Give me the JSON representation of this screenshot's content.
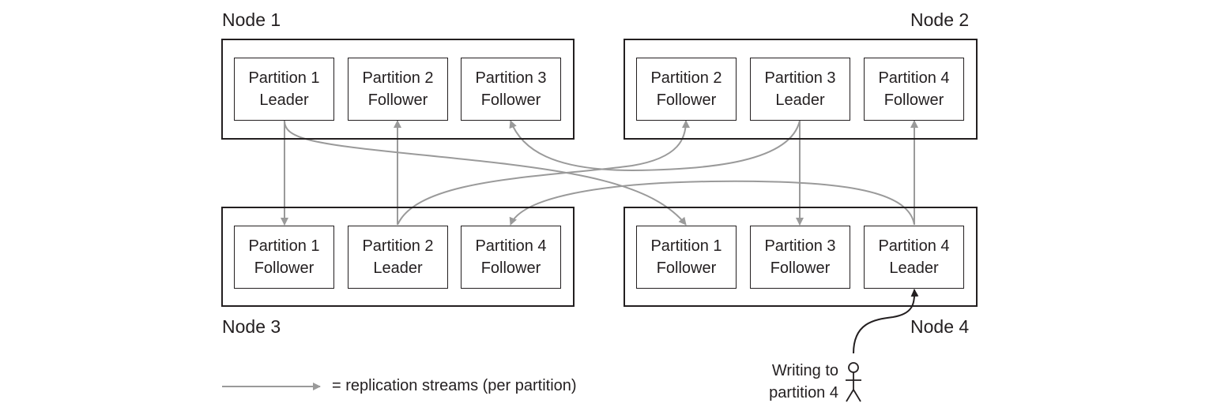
{
  "colors": {
    "stream": "#9a9a9a",
    "ink": "#231f20"
  },
  "nodes": [
    {
      "id": "node-1",
      "label": "Node 1",
      "partitions": [
        {
          "line1": "Partition 1",
          "line2": "Leader"
        },
        {
          "line1": "Partition 2",
          "line2": "Follower"
        },
        {
          "line1": "Partition 3",
          "line2": "Follower"
        }
      ]
    },
    {
      "id": "node-2",
      "label": "Node 2",
      "partitions": [
        {
          "line1": "Partition 2",
          "line2": "Follower"
        },
        {
          "line1": "Partition 3",
          "line2": "Leader"
        },
        {
          "line1": "Partition 4",
          "line2": "Follower"
        }
      ]
    },
    {
      "id": "node-3",
      "label": "Node 3",
      "partitions": [
        {
          "line1": "Partition 1",
          "line2": "Follower"
        },
        {
          "line1": "Partition 2",
          "line2": "Leader"
        },
        {
          "line1": "Partition 4",
          "line2": "Follower"
        }
      ]
    },
    {
      "id": "node-4",
      "label": "Node 4",
      "partitions": [
        {
          "line1": "Partition 1",
          "line2": "Follower"
        },
        {
          "line1": "Partition 3",
          "line2": "Follower"
        },
        {
          "line1": "Partition 4",
          "line2": "Leader"
        }
      ]
    }
  ],
  "legend": {
    "text": "= replication streams (per partition)"
  },
  "writer": {
    "line1": "Writing to",
    "line2": "partition 4",
    "icon": "stick-figure-icon"
  }
}
